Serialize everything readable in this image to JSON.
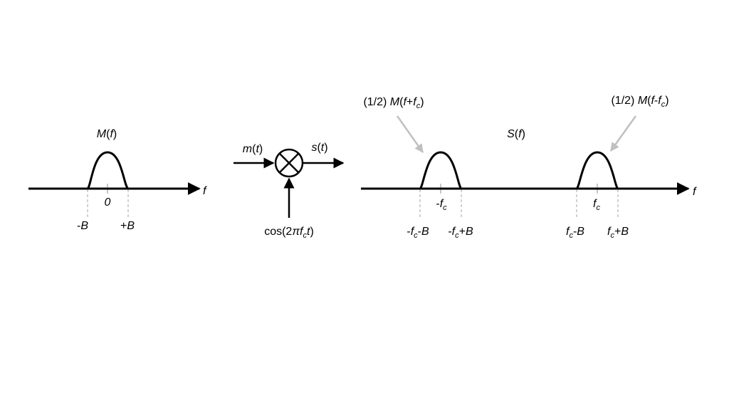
{
  "baseband": {
    "spectrum_label": "M(f)",
    "axis_label": "f",
    "center_tick": "0",
    "lower_edge": "-B",
    "upper_edge": "+B"
  },
  "mixer": {
    "input_label": "m(t)",
    "output_label": "s(t)",
    "carrier_label": "cos(2πfct)"
  },
  "modulated": {
    "spectrum_label": "S(f)",
    "axis_label": "f",
    "left_callout": "(1/2) M(f+fc)",
    "right_callout": "(1/2) M(f-fc)",
    "left_center": "-fc",
    "left_lower": "-fc-B",
    "left_upper": "-fc+B",
    "right_center": "fc",
    "right_lower": "fc-B",
    "right_upper": "fc+B"
  }
}
